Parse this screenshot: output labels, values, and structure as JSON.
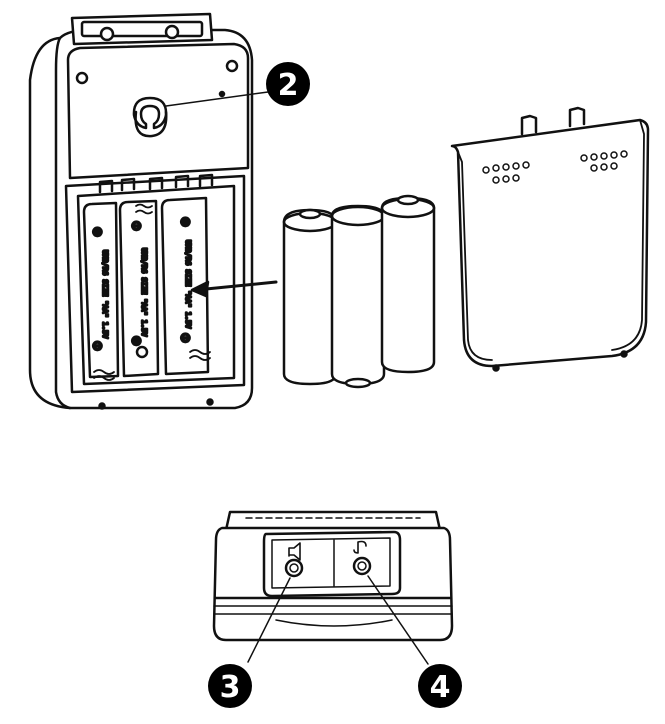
{
  "callouts": [
    {
      "id": "2",
      "label": "2"
    },
    {
      "id": "3",
      "label": "3"
    },
    {
      "id": "4",
      "label": "4"
    }
  ],
  "battery_polarity": {
    "plus": "⊕",
    "minus": "⊖"
  },
  "battery_slot_text": [
    "UM3/R6 SIZE \"AA\" 1.5V",
    "UM3/R6 SIZE \"AA\" 1.5V",
    "UM3/R6 SIZE \"AA\" 1.5V"
  ],
  "colors": {
    "stroke": "#111111",
    "fill": "#ffffff",
    "callout": "#000000"
  }
}
